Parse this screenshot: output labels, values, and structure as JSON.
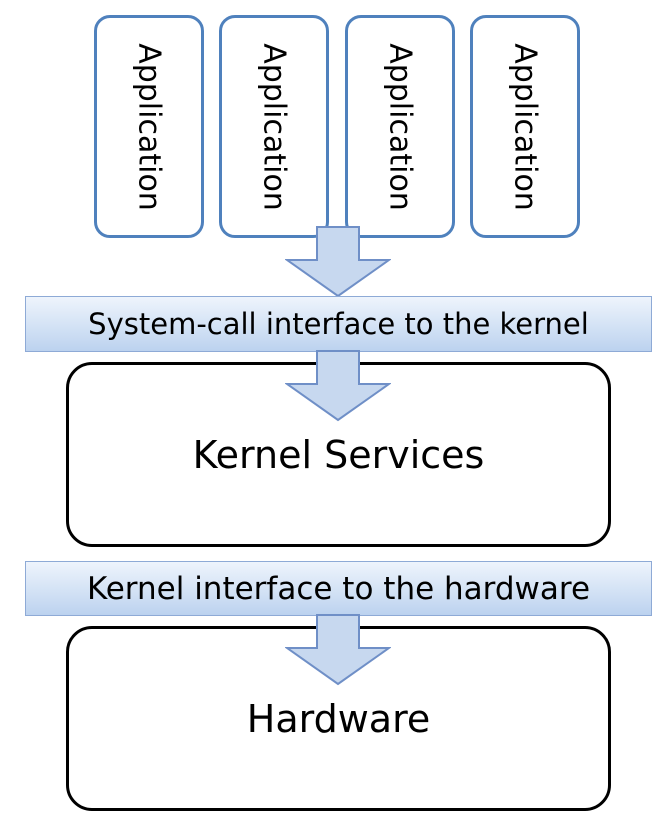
{
  "applications": [
    {
      "label": "Application"
    },
    {
      "label": "Application"
    },
    {
      "label": "Application"
    },
    {
      "label": "Application"
    }
  ],
  "syscall_interface": {
    "label": "System-call interface to the kernel"
  },
  "kernel_services": {
    "label": "Kernel Services"
  },
  "hardware_interface": {
    "label": "Kernel interface to the hardware"
  },
  "hardware": {
    "label": "Hardware"
  },
  "colors": {
    "app_border": "#4f81bd",
    "band_top": "#eef4fc",
    "band_bottom": "#bcd2ef",
    "arrow_fill": "#c7d8ef",
    "arrow_stroke": "#6f8fc7",
    "block_border": "#000000"
  }
}
